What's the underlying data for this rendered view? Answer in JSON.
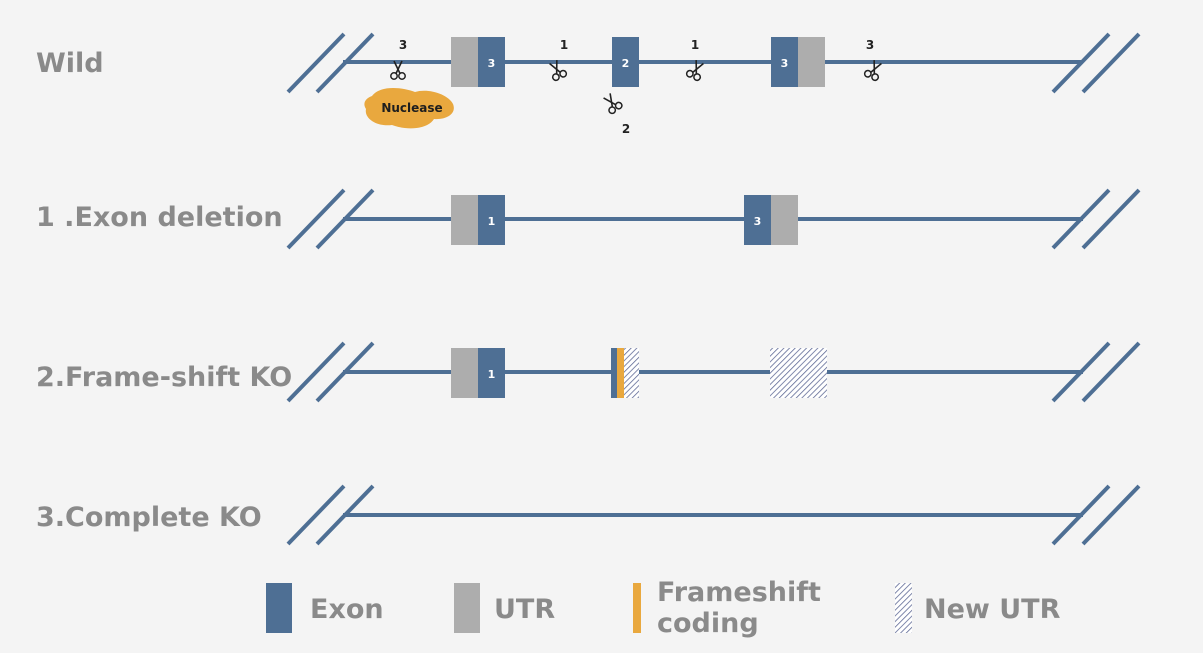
{
  "colors": {
    "exon": "#4e6f94",
    "utr": "#adadad",
    "frameshift": "#e9a83e",
    "new_utr_stripe": "#5f6a96",
    "label": "#8a8a8a",
    "background": "#f4f4f4"
  },
  "rows": [
    {
      "label": "Wild"
    },
    {
      "label": "1 .Exon deletion"
    },
    {
      "label": "2.Frame-shift KO"
    },
    {
      "label": "3.Complete KO"
    }
  ],
  "wild": {
    "exons": [
      "3",
      "2",
      "3"
    ],
    "cut_sites": [
      "3",
      "1",
      "1",
      "3",
      "2"
    ],
    "nuclease_label": "Nuclease"
  },
  "exon_deletion": {
    "exons": [
      "1",
      "3"
    ]
  },
  "frame_shift": {
    "exons": [
      "1"
    ]
  },
  "legend": [
    {
      "label": "Exon",
      "icon": "exon-swatch"
    },
    {
      "label": "UTR",
      "icon": "utr-swatch"
    },
    {
      "label": "Frameshift coding",
      "icon": "frameshift-swatch"
    },
    {
      "label": "New UTR",
      "icon": "new-utr-swatch"
    }
  ]
}
